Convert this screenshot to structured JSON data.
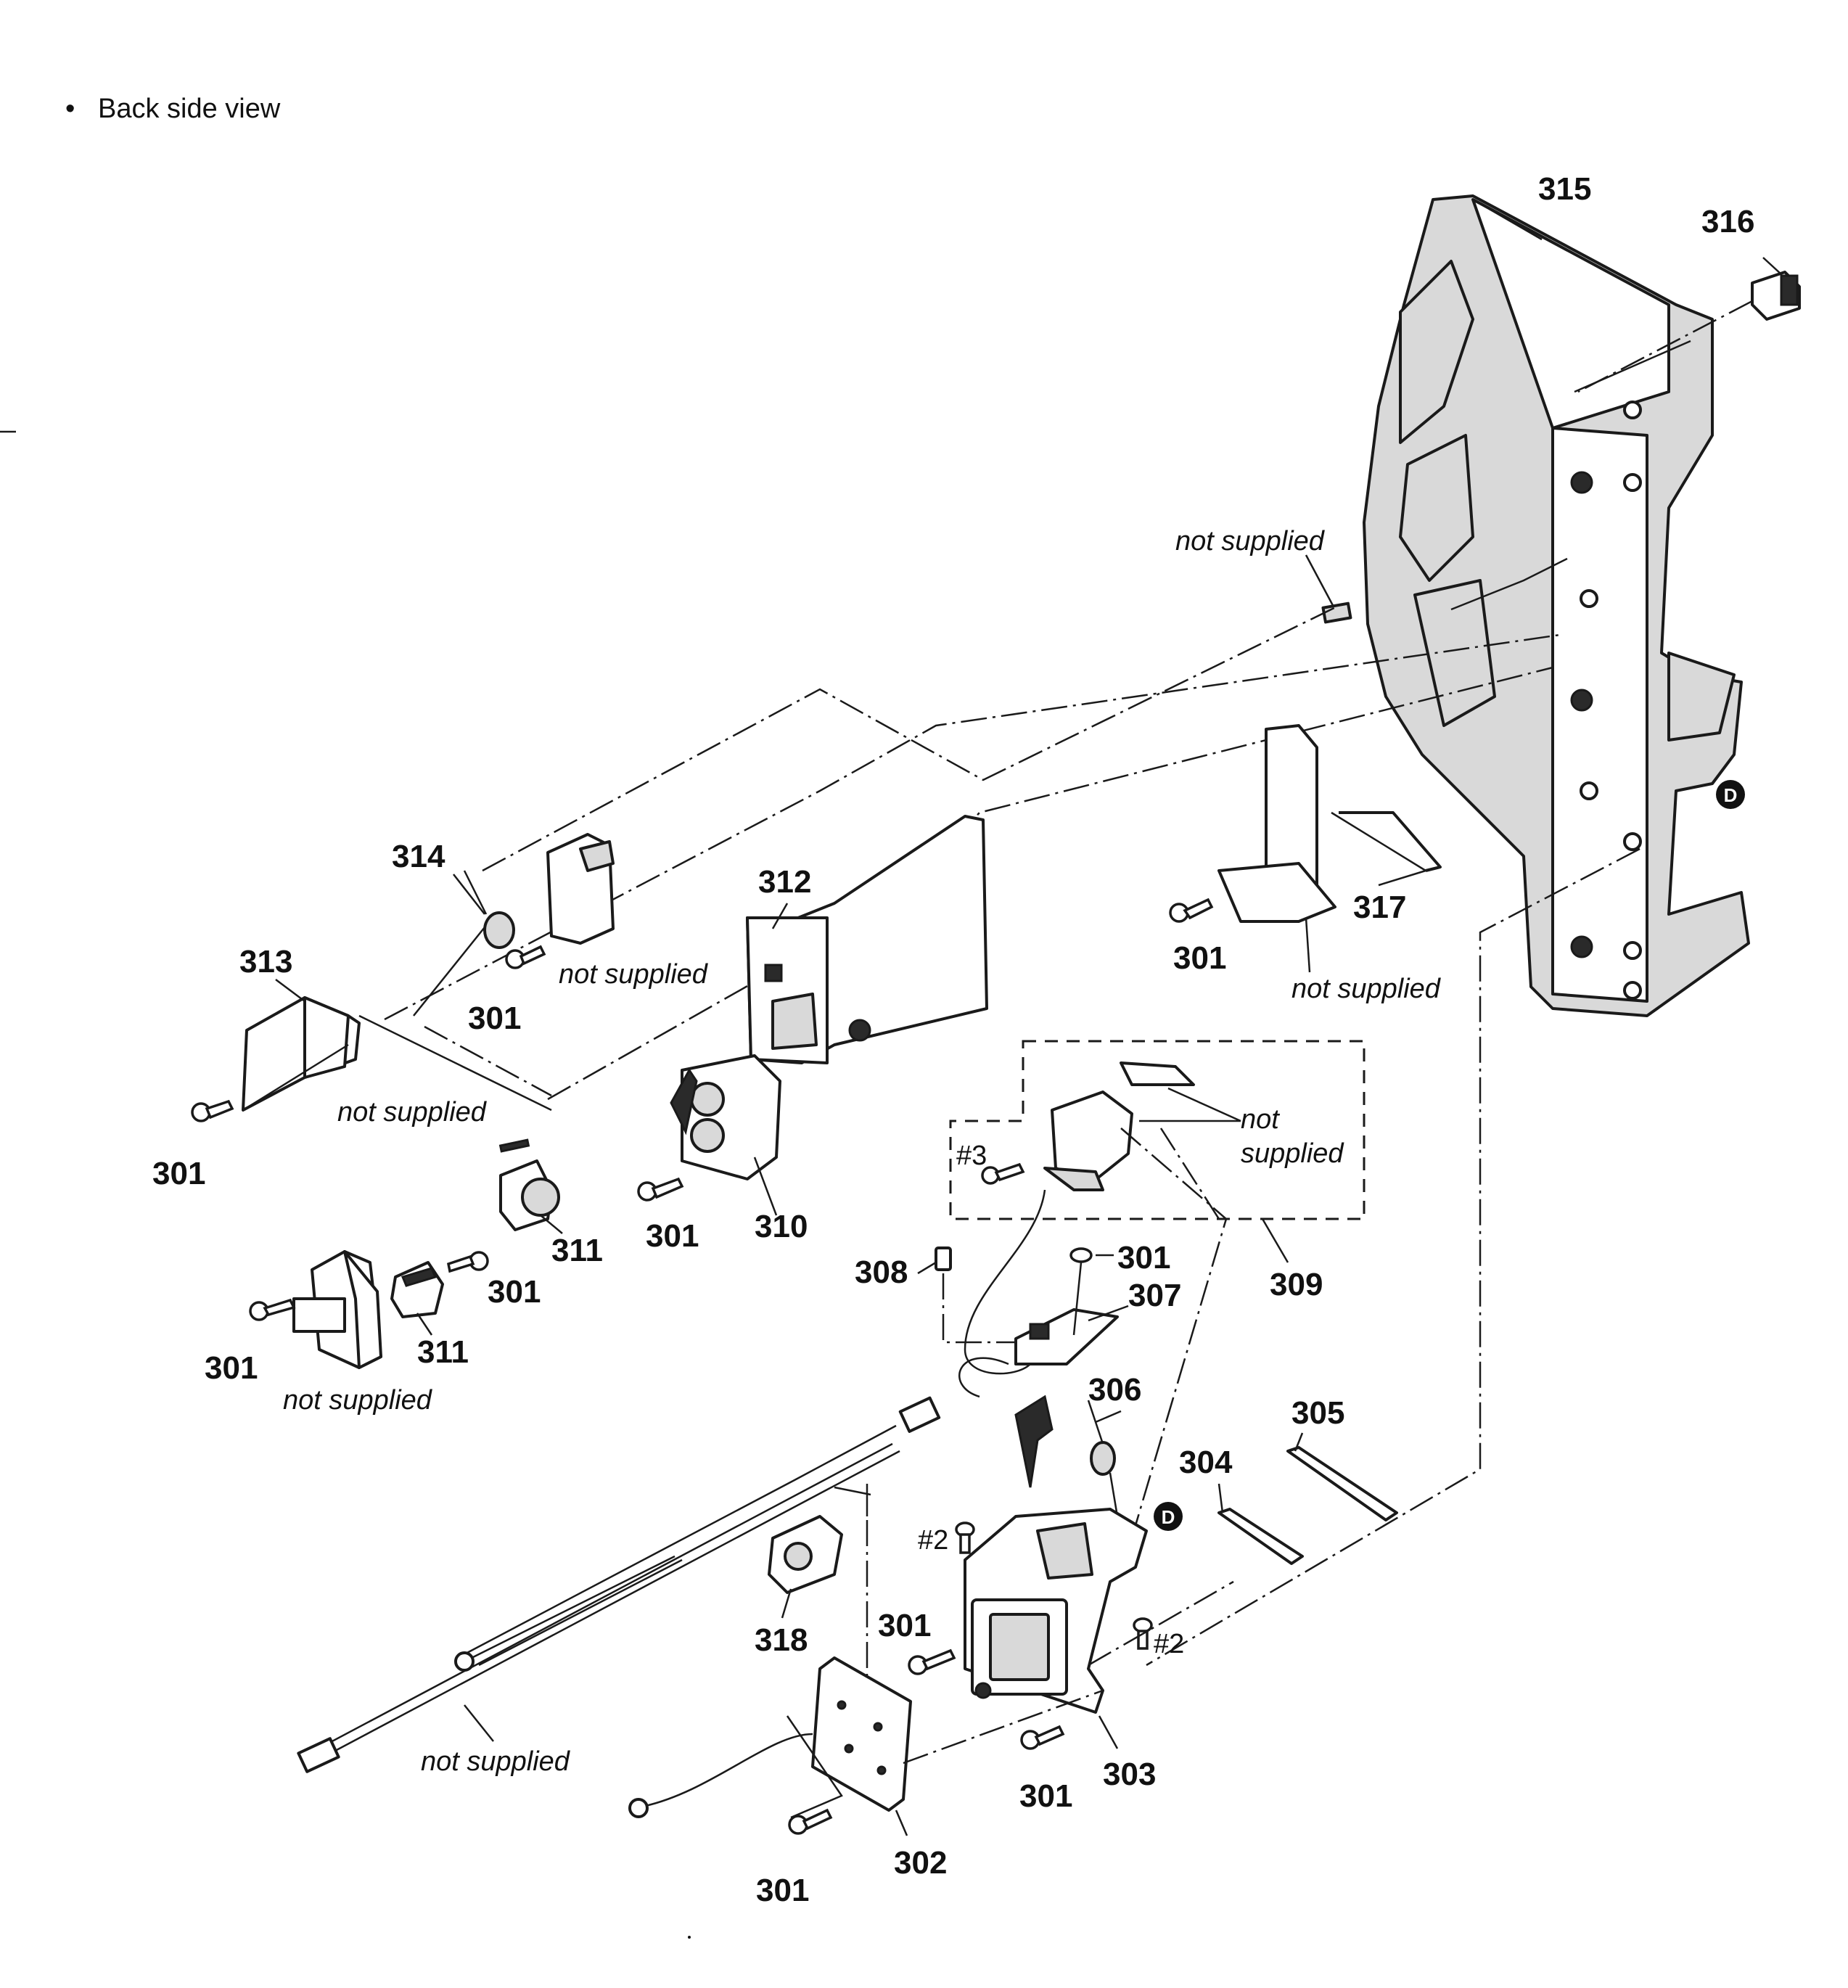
{
  "header": {
    "bullet": "•",
    "title": "Back side view"
  },
  "parts": {
    "p301": "301",
    "p302": "302",
    "p303": "303",
    "p304": "304",
    "p305": "305",
    "p306": "306",
    "p307": "307",
    "p308": "308",
    "p309": "309",
    "p310": "310",
    "p311": "311",
    "p312": "312",
    "p313": "313",
    "p314": "314",
    "p315": "315",
    "p316": "316",
    "p317": "317",
    "p318": "318"
  },
  "notes": {
    "not_supplied": "not supplied",
    "not": "not",
    "supplied": "supplied"
  },
  "screw_marks": {
    "s2": "#2",
    "s3": "#3"
  },
  "markers": {
    "d": "D"
  }
}
